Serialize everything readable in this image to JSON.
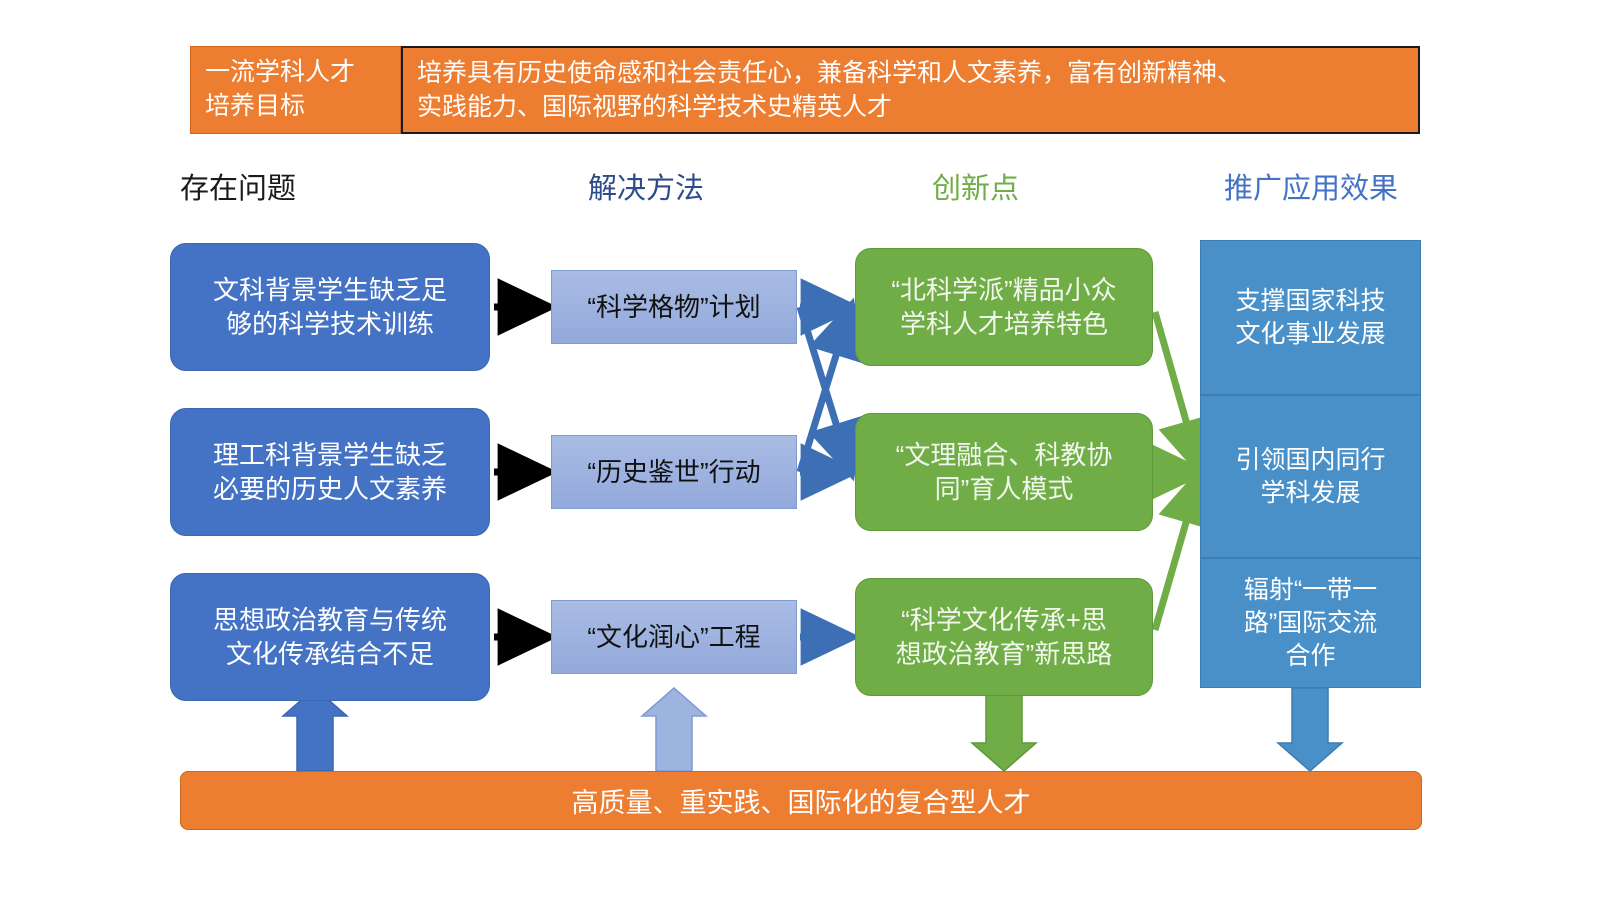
{
  "goal": {
    "label": "一流学科人才\n培养目标",
    "text": "培养具有历史使命感和社会责任心，兼备科学和人文素养，富有创新精神、\n实践能力、国际视野的科学技术史精英人才",
    "fill_color": "#ED7D31",
    "text_color": "#FFFFFF"
  },
  "columns": [
    {
      "id": "problems",
      "title": "存在问题",
      "color": "#1A1A1A"
    },
    {
      "id": "methods",
      "title": "解决方法",
      "color": "#2E4C8C"
    },
    {
      "id": "innovations",
      "title": "创新点",
      "color": "#70AD47"
    },
    {
      "id": "effects",
      "title": "推广应用效果",
      "color": "#4472C4"
    }
  ],
  "problems": [
    {
      "text": "文科背景学生缺乏足\n够的科学技术训练"
    },
    {
      "text": "理工科背景学生缺乏\n必要的历史人文素养"
    },
    {
      "text": "思想政治教育与传统\n文化传承结合不足"
    }
  ],
  "methods": [
    {
      "text": "“科学格物”计划"
    },
    {
      "text": "“历史鉴世”行动"
    },
    {
      "text": "“文化润心”工程"
    }
  ],
  "innovations": [
    {
      "text": "“北科学派”精品小众\n学科人才培养特色"
    },
    {
      "text": "“文理融合、科教协\n同”育人模式"
    },
    {
      "text": "“科学文化传承+思\n想政治教育”新思路"
    }
  ],
  "effects": [
    {
      "text": "支撑国家科技\n文化事业发展"
    },
    {
      "text": "引领国内同行\n学科发展"
    },
    {
      "text": "辐射“一带一\n路”国际交流\n合作"
    }
  ],
  "banner": {
    "text": "高质量、重实践、国际化的复合型人才"
  },
  "palette": {
    "problem_fill": "#4472C4",
    "method_fill": "#93A9DB",
    "innovation_fill": "#70AD47",
    "effect_fill": "#4A90C8",
    "orange": "#ED7D31",
    "black_arrow": "#000000",
    "blue_arrow": "#3D6FB5",
    "green_arrow": "#70AD47",
    "light_blue_arrow": "#9DB4DF",
    "sky_blue_arrow": "#4A90C8"
  }
}
